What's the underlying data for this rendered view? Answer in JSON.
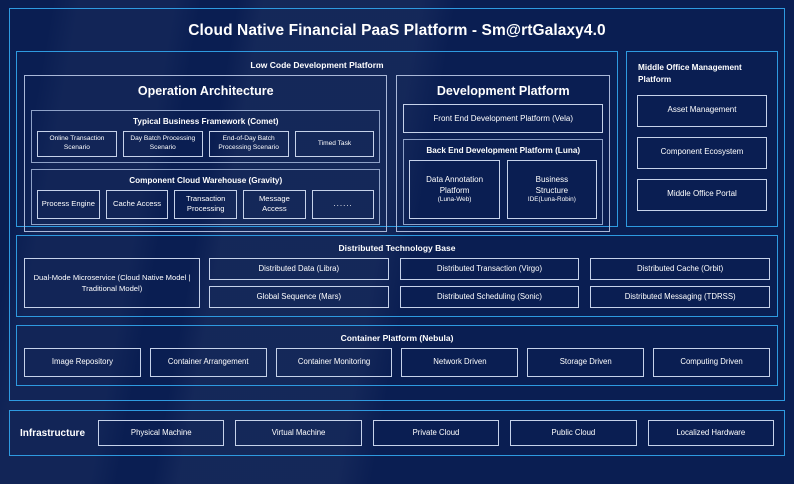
{
  "colors": {
    "background": "#0a1e52",
    "accent_border": "#2e9ae0",
    "box_border": "#c6d2ea",
    "text": "#ffffff"
  },
  "main": {
    "title": "Cloud Native Financial PaaS Platform - Sm@rtGalaxy4.0",
    "low_code": {
      "heading": "Low Code Development Platform",
      "operation_architecture": {
        "title": "Operation Architecture",
        "typical_business_framework": {
          "title": "Typical Business Framework (Comet)",
          "items": [
            "Online Transaction Scenario",
            "Day Batch Processing Scenario",
            "End-of-Day Batch Processing Scenario",
            "Timed Task"
          ]
        },
        "component_cloud_warehouse": {
          "title": "Component Cloud Warehouse (Gravity)",
          "items": [
            "Process Engine",
            "Cache Access",
            "Transaction Processing",
            "Message Access",
            "......"
          ]
        }
      },
      "development_platform": {
        "title": "Development Platform",
        "front_end": "Front End Development Platform (Vela)",
        "back_end": {
          "title": "Back End Development Platform (Luna)",
          "items": [
            {
              "line1": "Data Annotation",
              "line2": "Platform",
              "line3": "(Luna-Web)"
            },
            {
              "line1": "Business",
              "line2": "Structure",
              "line3": "IDE(Luna-Robin)"
            }
          ]
        }
      }
    },
    "middle_office": {
      "title": "Middle Office Management Platform",
      "items": [
        "Asset Management",
        "Component Ecosystem",
        "Middle Office Portal"
      ]
    },
    "distributed_technology_base": {
      "title": "Distributed Technology Base",
      "dual_mode": "Dual-Mode Microservice (Cloud Native Model | Traditional Model)",
      "items": [
        "Distributed Data (Libra)",
        "Distributed Transaction (Virgo)",
        "Distributed Cache (Orbit)",
        "Global Sequence (Mars)",
        "Distributed Scheduling (Sonic)",
        "Distributed Messaging (TDRSS)"
      ]
    },
    "container_platform": {
      "title": "Container Platform (Nebula)",
      "items": [
        "Image Repository",
        "Container Arrangement",
        "Container Monitoring",
        "Network Driven",
        "Storage Driven",
        "Computing Driven"
      ]
    }
  },
  "infrastructure": {
    "label": "Infrastructure",
    "items": [
      "Physical Machine",
      "Virtual Machine",
      "Private Cloud",
      "Public Cloud",
      "Localized Hardware"
    ]
  }
}
